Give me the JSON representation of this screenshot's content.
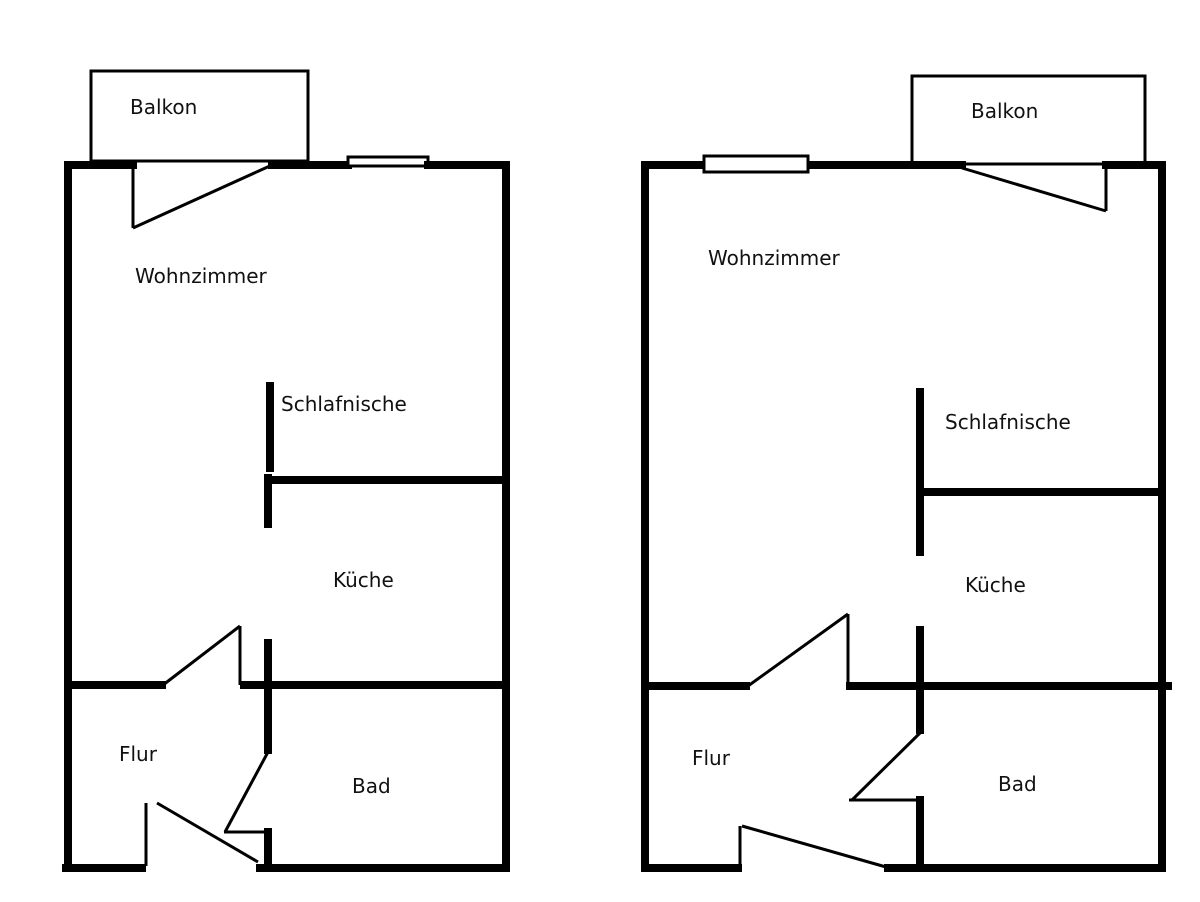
{
  "plans": [
    {
      "id": "left-plan",
      "rooms": {
        "balkon": "Balkon",
        "wohnzimmer": "Wohnzimmer",
        "schlafnische": "Schlafnische",
        "kueche": "Küche",
        "flur": "Flur",
        "bad": "Bad"
      }
    },
    {
      "id": "right-plan",
      "rooms": {
        "balkon": "Balkon",
        "wohnzimmer": "Wohnzimmer",
        "schlafnische": "Schlafnische",
        "kueche": "Küche",
        "flur": "Flur",
        "bad": "Bad"
      }
    }
  ],
  "colors": {
    "wall": "#000000",
    "background": "#ffffff"
  }
}
